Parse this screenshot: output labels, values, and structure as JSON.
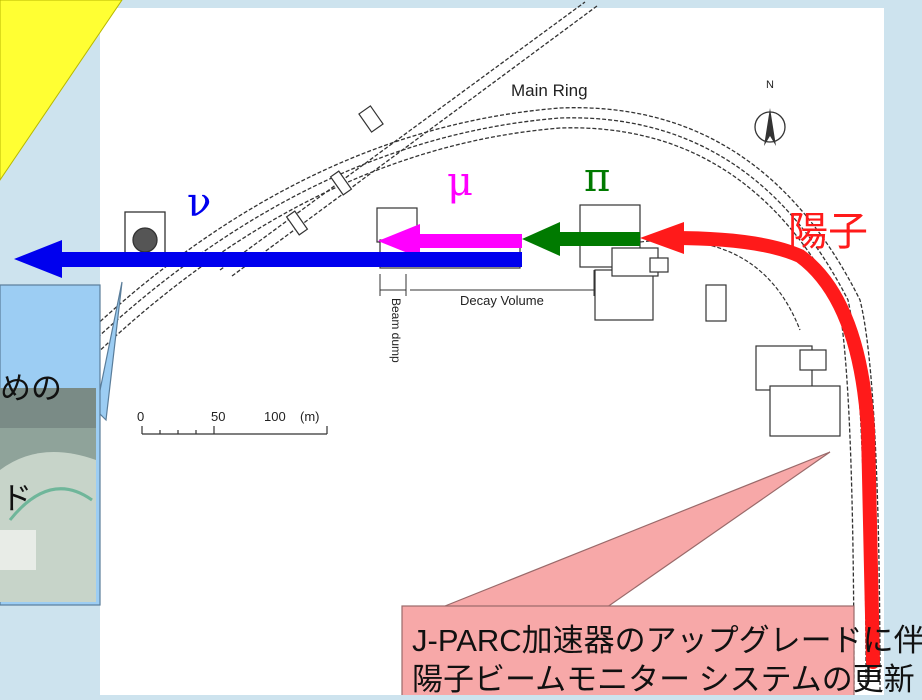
{
  "labels": {
    "main_ring": "Main Ring",
    "north": "N",
    "nu": "ν",
    "mu": "μ",
    "pi": "π",
    "proton": "陽子",
    "decay_volume": "Decay Volume",
    "beam_dump": "Beam dump"
  },
  "scale": {
    "tick_0": "0",
    "tick_50": "50",
    "tick_100": "100",
    "unit": "(m)"
  },
  "callout_left": {
    "line1": "めの",
    "line2": "ード"
  },
  "callout_bottom": {
    "line1": "J-PARC加速器のアップグレードに伴う",
    "line2": "陽子ビームモニター システムの更新"
  },
  "colors": {
    "background": "#cde3ee",
    "yellow_note": "#ffff33",
    "left_callout": "#9ccdf3",
    "bottom_callout": "#f7a8a8",
    "proton_arrow": "#ff1a1a",
    "pion_arrow": "#007a00",
    "muon_arrow": "#ff00ff",
    "neutrino_arrow": "#0000ee"
  }
}
